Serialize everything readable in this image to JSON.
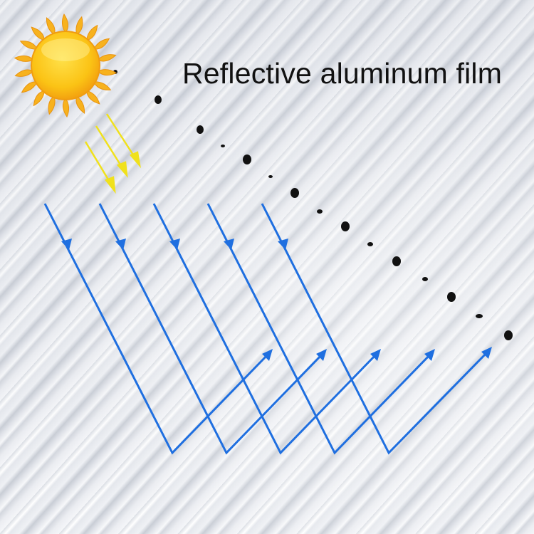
{
  "caption": {
    "title": "Reflective aluminum film"
  },
  "scene": {
    "subject": "corrugated reflective aluminum film with perforation holes",
    "icons": [
      "sun-icon",
      "sunlight-arrow-icon",
      "reflection-arrow-icon"
    ],
    "colors": {
      "sun": "#f9c21a",
      "sun_rays": "#f4a515",
      "sunlight_arrows": "#f2e21a",
      "reflection_arrows": "#1f6fe0",
      "title_text": "#111111",
      "perforations": "#111111"
    },
    "sunlight_arrow_count": 3,
    "reflection_path_count": 5
  }
}
